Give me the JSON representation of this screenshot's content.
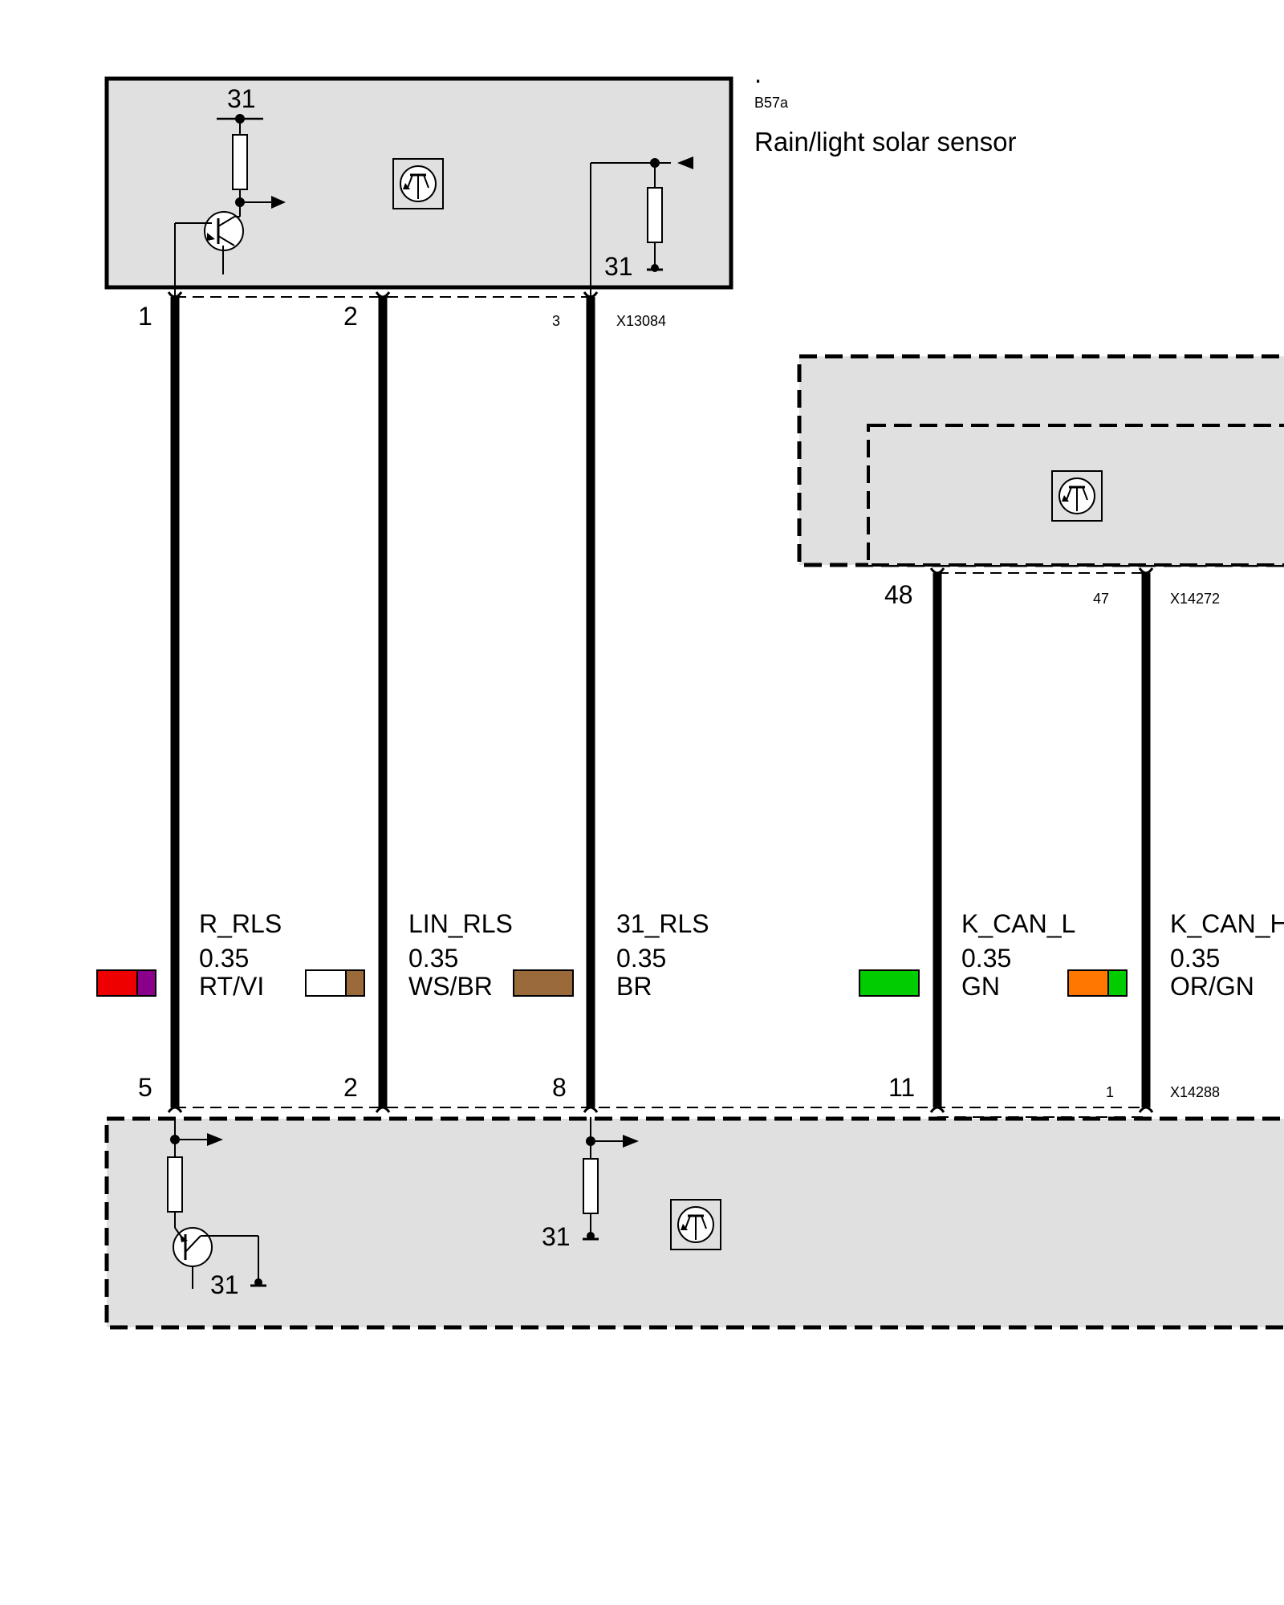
{
  "colors": {
    "module_fill": "#e0e0e0",
    "wire": "#000000",
    "swatch_RT": "#ee0000",
    "swatch_VI": "#8b008b",
    "swatch_WS": "#ffffff",
    "swatch_BR": "#9a6a3a",
    "swatch_GN": "#00cc00",
    "swatch_OR": "#ff7700"
  },
  "sensor": {
    "dot": ".",
    "code": "B57a",
    "name": "Rain/light solar sensor",
    "supply_label": "31",
    "ground_label": "31",
    "icon": "electronic-module-icon"
  },
  "connector_top": {
    "id": "X13084",
    "pins": [
      "1",
      "2",
      "3"
    ]
  },
  "connector_right": {
    "id": "X14272",
    "pins": [
      "48",
      "47"
    ],
    "icon": "electronic-module-icon"
  },
  "connector_bottom": {
    "id": "X14288",
    "pins": [
      "5",
      "2",
      "8",
      "11",
      "1"
    ]
  },
  "wires": [
    {
      "name": "R_RLS",
      "size": "0.35",
      "color_code": "RT/VI",
      "colors": [
        "RT",
        "VI"
      ]
    },
    {
      "name": "LIN_RLS",
      "size": "0.35",
      "color_code": "WS/BR",
      "colors": [
        "WS",
        "BR"
      ]
    },
    {
      "name": "31_RLS",
      "size": "0.35",
      "color_code": "BR",
      "colors": [
        "BR"
      ]
    },
    {
      "name": "K_CAN_L",
      "size": "0.35",
      "color_code": "GN",
      "colors": [
        "GN"
      ]
    },
    {
      "name": "K_CAN_H",
      "size": "0.35",
      "color_code": "OR/GN",
      "colors": [
        "OR",
        "GN"
      ]
    }
  ],
  "bottom_module": {
    "ground_label_left": "31",
    "ground_label_mid": "31",
    "icon": "electronic-module-icon"
  }
}
